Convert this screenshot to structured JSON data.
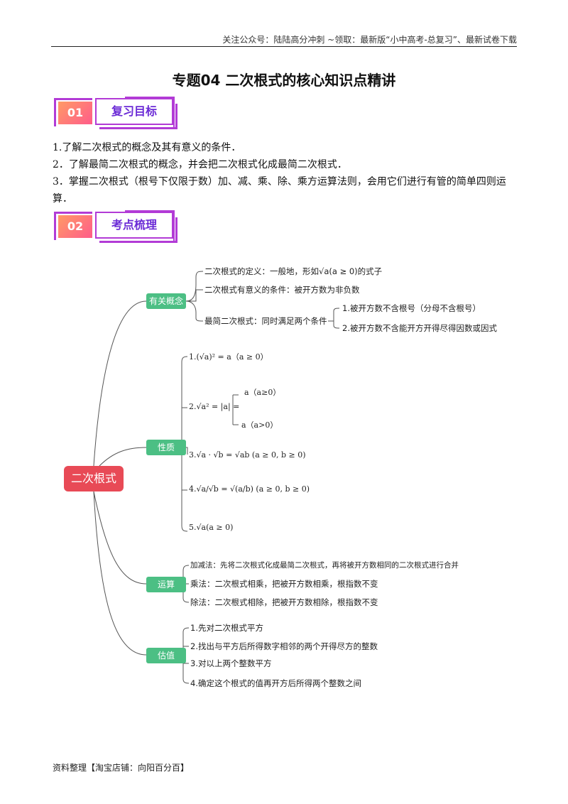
{
  "header": {
    "text": "关注公众号：陆陆高分冲刺 ~领取：最新版“小中高考-总复习”、最新试卷下载"
  },
  "title": "专题04  二次根式的核心知识点精讲",
  "sections": [
    {
      "number": "01",
      "label": "复习目标"
    },
    {
      "number": "02",
      "label": "考点梳理"
    }
  ],
  "goals": [
    "1.了解二次根式的概念及其有意义的条件．",
    "2．了解最简二次根式的概念，并会把二次根式化成最简二次根式．",
    "3．掌握二次根式（根号下仅限于数）加、减、乘、除、乘方运算法则，会用它们进行有管的简单四则运算．"
  ],
  "mindmap": {
    "root": "二次根式",
    "concepts": {
      "label": "有关概念",
      "definition": "二次根式的定义：一般地，形如√a(a ≥ 0)的式子",
      "meaningful": "二次根式有意义的条件：被开方数为非负数",
      "simplest": "最简二次根式：同时满足两个条件",
      "conditions": [
        "1.被开方数不含根号（分母不含根号）",
        "2.被开方数不含能开方开得尽得因数或因式"
      ]
    },
    "properties": {
      "label": "性质",
      "p1": "1.(√a)² = a（a ≥ 0）",
      "p2": "2.√a² = |a| =",
      "p2_cases": [
        "a（a≥0）",
        "a（a>0）"
      ],
      "p3": "3.√a · √b = √ab (a ≥ 0, b ≥ 0)",
      "p4": "4.√a/√b = √(a/b) (a ≥ 0, b ≥ 0)",
      "p5": "5.√a(a ≥ 0)"
    },
    "operations": {
      "label": "运算",
      "items": [
        "加减法：先将二次根式化成最简二次根式，再将被开方数相同的二次根式进行合并",
        "乘法：二次根式相乘，把被开方数相乘，根指数不变",
        "除法：二次根式相除，把被开方数相除，根指数不变"
      ]
    },
    "estimation": {
      "label": "估值",
      "items": [
        "1.先对二次根式平方",
        "2.找出与平方后所得数字相邻的两个开得尽方的整数",
        "3.对以上两个整数平方",
        "4.确定这个根式的值再开方后所得两个整数之间"
      ]
    }
  },
  "footer": "资料整理【淘宝店铺：向阳百分百】",
  "colors": {
    "root": "#e84a56",
    "branch": "#4cbf84",
    "frame": "#b23bd6",
    "label": "#6b2bd6"
  }
}
